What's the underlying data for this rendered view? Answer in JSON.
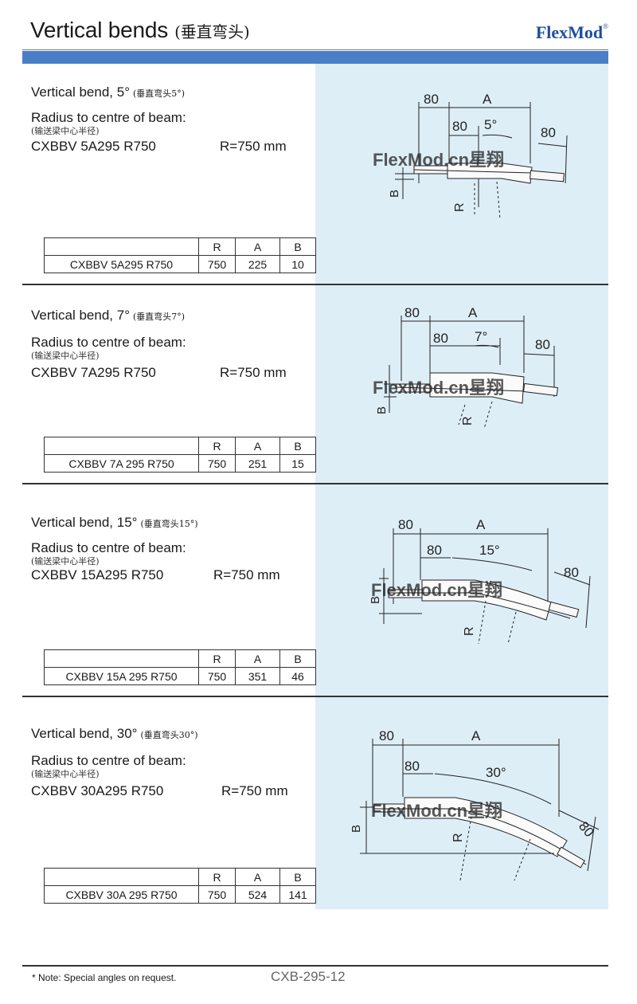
{
  "header": {
    "title": "Vertical bends",
    "title_zh": "(垂直弯头)",
    "brand": "FlexMod",
    "brand_mark": "®"
  },
  "labels": {
    "radius": "Radius to centre of beam:",
    "radius_zh": "(输送梁中心半径)",
    "col_r": "R",
    "col_a": "A",
    "col_b": "B"
  },
  "sections": [
    {
      "heading": "Vertical bend, 5°",
      "heading_zh": "(垂直弯头5°)",
      "model": "CXBBV 5A295 R750",
      "r_text": "R=750 mm",
      "table_name": "CXBBV 5A295 R750",
      "r": "750",
      "a": "225",
      "b": "10",
      "angle_label": "5°"
    },
    {
      "heading": "Vertical bend, 7°",
      "heading_zh": "(垂直弯头7°)",
      "model": "CXBBV 7A295 R750",
      "r_text": "R=750 mm",
      "table_name": "CXBBV 7A 295 R750",
      "r": "750",
      "a": "251",
      "b": "15",
      "angle_label": "7°"
    },
    {
      "heading": "Vertical bend, 15°",
      "heading_zh": "(垂直弯头15°)",
      "model": "CXBBV 15A295 R750",
      "r_text": "R=750 mm",
      "table_name": "CXBBV 15A 295 R750",
      "r": "750",
      "a": "351",
      "b": "46",
      "angle_label": "15°"
    },
    {
      "heading": "Vertical bend, 30°",
      "heading_zh": "(垂直弯头30°)",
      "model": "CXBBV 30A295 R750",
      "r_text": "R=750 mm",
      "table_name": "CXBBV 30A 295 R750",
      "r": "750",
      "a": "524",
      "b": "141",
      "angle_label": "30°"
    }
  ],
  "drawing": {
    "dim_80": "80",
    "dim_a": "A",
    "dim_b": "B",
    "dim_r": "R",
    "watermark": "FlexMod.cn星翔"
  },
  "footer": {
    "note": "* Note: Special angles on request.",
    "code": "CXB-295-12"
  }
}
